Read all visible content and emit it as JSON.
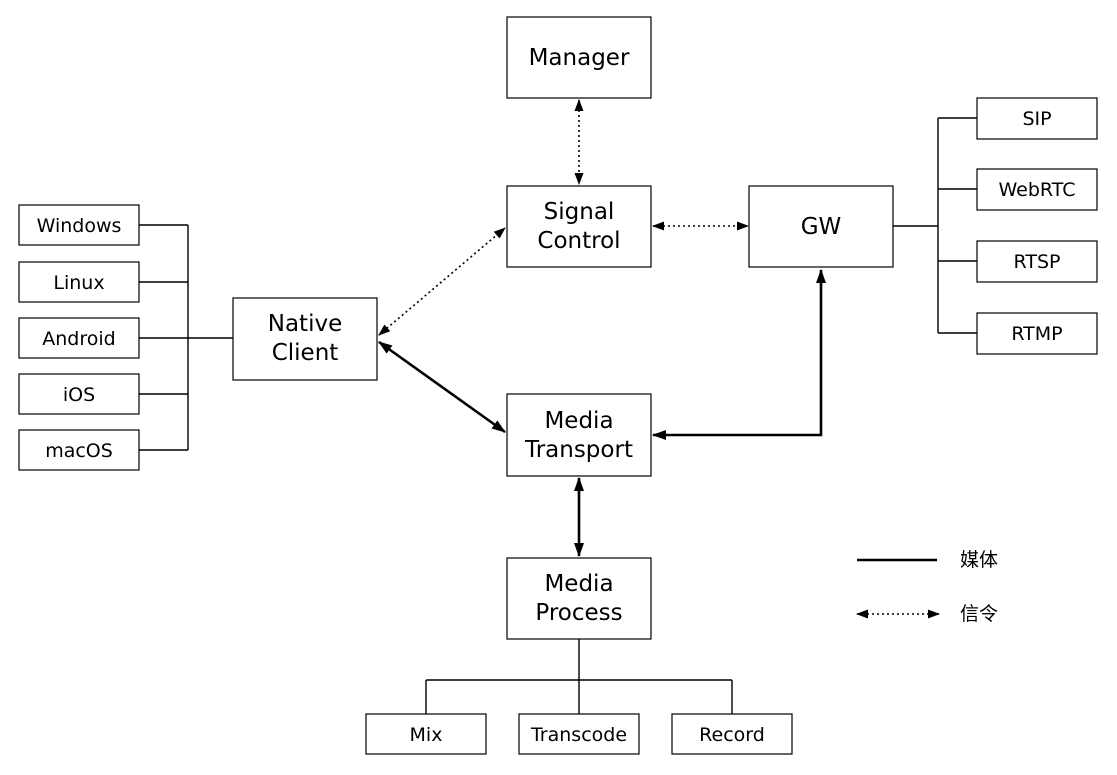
{
  "nodes": {
    "manager": "Manager",
    "signal_control": [
      "Signal",
      "Control"
    ],
    "gw": "GW",
    "native_client": [
      "Native",
      "Client"
    ],
    "media_transport": [
      "Media",
      "Transport"
    ],
    "media_process": [
      "Media",
      "Process"
    ]
  },
  "platforms": [
    "Windows",
    "Linux",
    "Android",
    "iOS",
    "macOS"
  ],
  "protocols": [
    "SIP",
    "WebRTC",
    "RTSP",
    "RTMP"
  ],
  "functions": [
    "Mix",
    "Transcode",
    "Record"
  ],
  "legend": {
    "media": "媒体",
    "signal": "信令"
  }
}
